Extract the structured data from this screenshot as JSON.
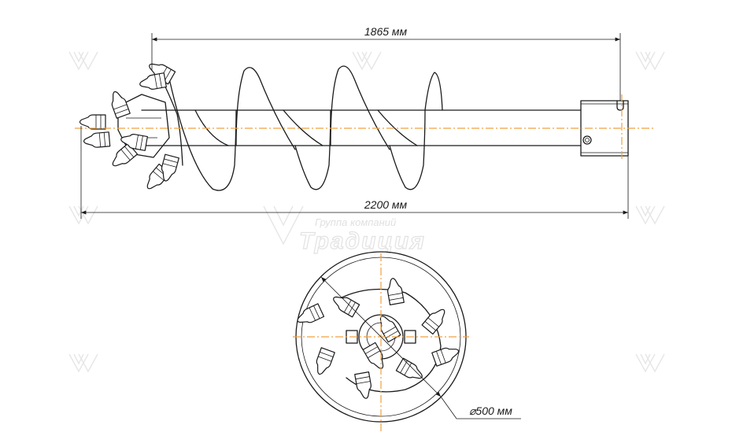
{
  "dimensions": {
    "working_length": "1865 мм",
    "total_length": "2200 мм",
    "diameter": "⌀500 мм"
  },
  "watermark": {
    "line1": "Группа компаний",
    "line2": "Традиция"
  },
  "colors": {
    "line": "#1a1a1a",
    "axis": "#f0a040",
    "watermark": "#e2e2e2"
  }
}
